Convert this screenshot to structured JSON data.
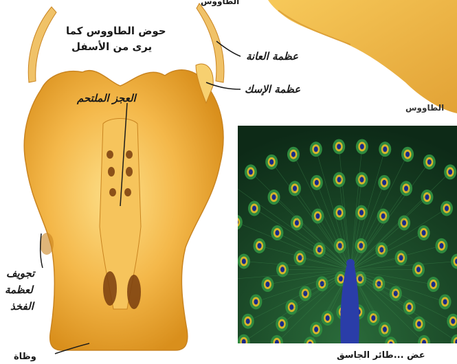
{
  "labels": {
    "pelvis_title_1": "حوض الطاووس كما",
    "pelvis_title_2": "يرى من الأسفل",
    "pubis": "عظمة العانة",
    "ischium": "عظمة الإسك",
    "sacrum": "العجز الملتحم",
    "socket_1": "تجويف",
    "socket_2": "لعظمة",
    "socket_3": "الفخذ",
    "peacock": "الطاووس",
    "bottom_left_fragment": "وظاة",
    "bottom_right_fragment": "عض ...طائر الجاسق",
    "top_fragment": "الطاووس"
  },
  "colors": {
    "bone": "#f4b84a",
    "bone_shadow": "#d98f1c",
    "bone_highlight": "#fde08a",
    "peacock_green": "#1f6a34",
    "peacock_blue": "#2a3da8",
    "eye_gold": "#d6b52c"
  },
  "icons": [
    "pelvis-bone-illustration",
    "peacock-photo",
    "feather-icon"
  ]
}
